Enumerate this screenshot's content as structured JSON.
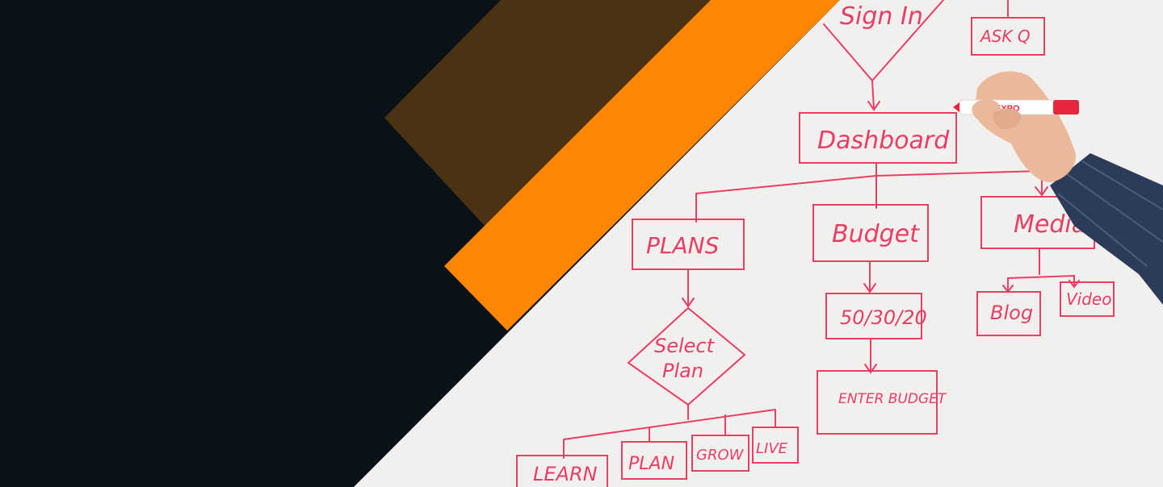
{
  "colors": {
    "background": "#0a1117",
    "brown_band": "#4a3212",
    "orange_band": "#ff8603",
    "whiteboard": "#f1f0ef",
    "marker": "#ea3d63",
    "skin": "#e9b99a",
    "sleeve": "#2c3b57",
    "marker_body": "#ffffff",
    "marker_cap": "#e8263b"
  },
  "whiteboard": {
    "nodes": {
      "sign_in": "Sign In",
      "ask_q": "ASK Q",
      "dashboard": "Dashboard",
      "plans": "PLANS",
      "budget": "Budget",
      "media": "Media",
      "select_plan_line1": "Select",
      "select_plan_line2": "Plan",
      "ratio": "50/30/20",
      "enter_budget": "ENTER BUDGET",
      "blog": "Blog",
      "video": "Video",
      "learn": "LEARN",
      "plan": "PLAN",
      "grow": "GROW",
      "live": "LIVE"
    }
  },
  "marker_pen": {
    "brand": "EXPO"
  }
}
